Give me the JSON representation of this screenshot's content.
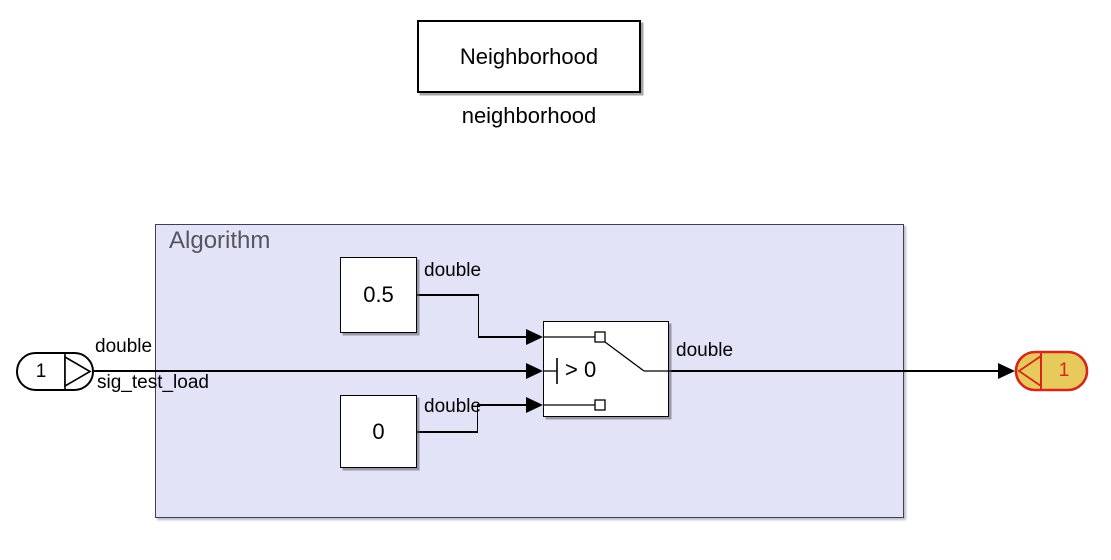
{
  "neighborhood_block": {
    "label": "Neighborhood",
    "name_label": "neighborhood"
  },
  "algorithm_area": {
    "label": "Algorithm",
    "fill": "#e3e3f8",
    "border_color": "#3e3e56",
    "label_color": "#55555f"
  },
  "constant_upper": {
    "value": "0.5",
    "datatype_label": "double"
  },
  "constant_lower": {
    "value": "0",
    "datatype_label": "double"
  },
  "switch_block": {
    "criteria_label": "> 0",
    "output_datatype_label": "double"
  },
  "inport": {
    "number": "1",
    "datatype_label": "double",
    "signal_label": "sig_test_load"
  },
  "outport": {
    "number": "1",
    "fill": "#e8c95b",
    "stroke": "#d5271c"
  }
}
